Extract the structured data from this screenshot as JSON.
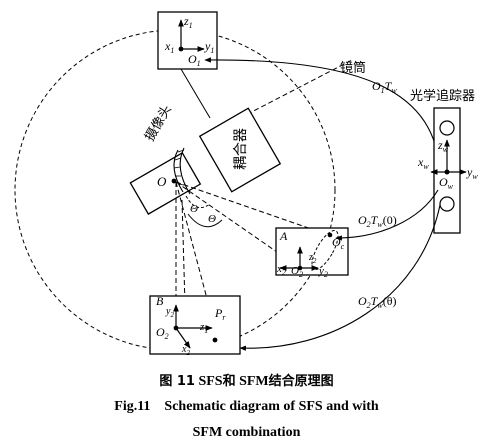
{
  "frame_O1": {
    "z": "z",
    "z_sub": "1",
    "x": "x",
    "x_sub": "1",
    "y": "y",
    "y_sub": "1",
    "O": "O",
    "O_sub": "1"
  },
  "tube_label": "镜筒",
  "O1Tw": {
    "a": "O",
    "a_sub": "1",
    "b": "T",
    "b_sub": "w"
  },
  "tracker_label": "光学追踪器",
  "tracker": {
    "z": "z",
    "z_sub": "w",
    "x": "x",
    "x_sub": "w",
    "y": "y",
    "y_sub": "w",
    "O": "O",
    "O_sub": "w"
  },
  "camera_label": "摄像头",
  "coupler_label": "耦合器",
  "camera_O": "O",
  "angles": {
    "theta_small": "Θ",
    "theta_big": "Θ"
  },
  "O2Tw0": {
    "a": "O",
    "a_sub": "2",
    "b": "T",
    "b_sub": "w",
    "arg": "(0)"
  },
  "O2Twtheta": {
    "a": "O",
    "a_sub": "2",
    "b": "T",
    "b_sub": "w",
    "arg": "(θ)"
  },
  "frame_A": {
    "A": "A",
    "Oc": "O",
    "Oc_sub": "c",
    "x": "x",
    "x_sub": "2",
    "O": "O",
    "O_sub": "2",
    "y": "y",
    "y_sub": "2",
    "z": "z",
    "z_sub": "2"
  },
  "frame_B": {
    "B": "B",
    "y": "y",
    "y_sub": "2",
    "Pr": "P",
    "Pr_sub": "r",
    "O": "O",
    "O_sub": "2",
    "z": "z",
    "z_sub": "1",
    "x": "x",
    "x_sub": "2"
  },
  "caption": {
    "line1_cn": "图 11",
    "line1_rest_a": "SFS",
    "line1_cn2": "和",
    "line1_rest_b": "SFM",
    "line1_cn3": "结合原理图",
    "line2": "Fig.11    Schematic diagram of SFS and with",
    "line3": "SFM combination"
  },
  "colors": {
    "ink": "#000000",
    "background": "#ffffff"
  }
}
